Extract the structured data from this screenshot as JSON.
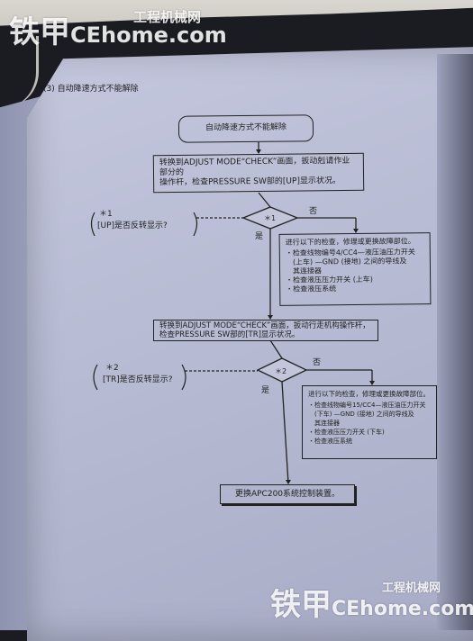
{
  "watermark": {
    "brand": "铁甲",
    "site_cn": "工程机械网",
    "site_domain": "CEhome.com"
  },
  "section_title": "(3) 自动降速方式不能解除",
  "flow": {
    "start": "自动降速方式不能解除",
    "step1": [
      "转换到ADJUST MODE“CHECK”画面，扳动剋请作业部分的",
      "操作杆，检查PRESSURE SW部的[UP]显示状况。"
    ],
    "q1_mark": "＊1",
    "q1_text": "[UP]是否反转显示?",
    "d1_label": "＊1",
    "d1_no": "否",
    "d1_yes": "是",
    "action1_title": "进行以下的检查，修理或更换故障部位。",
    "action1_items": [
      "・检查线物编号4/CC4—液压油压力开关",
      "　(上车) —GND (接地) 之间的导线及",
      "　其连接器",
      "・检查液压压力开关 (上车)",
      "・检查液压系统"
    ],
    "step2": [
      "转换到ADJUST MODE“CHECK”画面，扳动行走机构操作杆，",
      "检查PRESSURE SW部的[TR]显示状况。"
    ],
    "q2_mark": "＊2",
    "q2_text": "[TR]是否反转显示?",
    "d2_label": "＊2",
    "d2_no": "否",
    "d2_yes": "是",
    "action2_title": "进行以下的检查，修理或更换故障部位。",
    "action2_items": [
      "・检查线物编号15/CC4—液压油压力开关",
      "　(下车) —GND (接地) 之间的导线及",
      "　其连接器",
      "・检查液压压力开关 (下车)",
      "・检查液压系统"
    ],
    "end": "更换APC200系统控制装置。"
  }
}
